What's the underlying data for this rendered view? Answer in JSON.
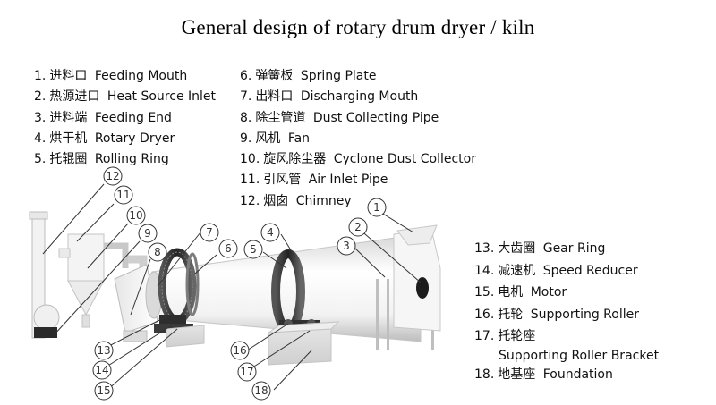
{
  "title": "General design of rotary drum dryer / kiln",
  "parts": [
    {
      "no": "1.",
      "zh": "进料口",
      "en": "Feeding Mouth"
    },
    {
      "no": "2.",
      "zh": "热源进口",
      "en": "Heat Source Inlet"
    },
    {
      "no": "3.",
      "zh": "进料端",
      "en": "Feeding End"
    },
    {
      "no": "4.",
      "zh": "烘干机",
      "en": "Rotary Dryer"
    },
    {
      "no": "5.",
      "zh": "托辊圈",
      "en": "Rolling Ring"
    },
    {
      "no": "6.",
      "zh": "弹簧板",
      "en": "Spring Plate"
    },
    {
      "no": "7.",
      "zh": "出料口",
      "en": "Discharging Mouth"
    },
    {
      "no": "8.",
      "zh": "除尘管道",
      "en": "Dust Collecting Pipe"
    },
    {
      "no": "9.",
      "zh": "风机",
      "en": "Fan"
    },
    {
      "no": "10.",
      "zh": "旋风除尘器",
      "en": "Cyclone Dust Collector"
    },
    {
      "no": "11.",
      "zh": "引风管",
      "en": "Air Inlet Pipe"
    },
    {
      "no": "12.",
      "zh": "烟囱",
      "en": "Chimney"
    },
    {
      "no": "13.",
      "zh": "大齿圈",
      "en": "Gear Ring"
    },
    {
      "no": "14.",
      "zh": "减速机",
      "en": "Speed Reducer"
    },
    {
      "no": "15.",
      "zh": "电机",
      "en": "Motor"
    },
    {
      "no": "16.",
      "zh": "托轮",
      "en": "Supporting Roller"
    },
    {
      "no": "17.",
      "zh": "托轮座",
      "en": "Supporting Roller Bracket"
    },
    {
      "no": "18.",
      "zh": "地基座",
      "en": "Foundation"
    }
  ],
  "callouts": [
    "1",
    "2",
    "3",
    "4",
    "5",
    "6",
    "7",
    "8",
    "9",
    "10",
    "11",
    "12",
    "13",
    "14",
    "15",
    "16",
    "17",
    "18"
  ]
}
